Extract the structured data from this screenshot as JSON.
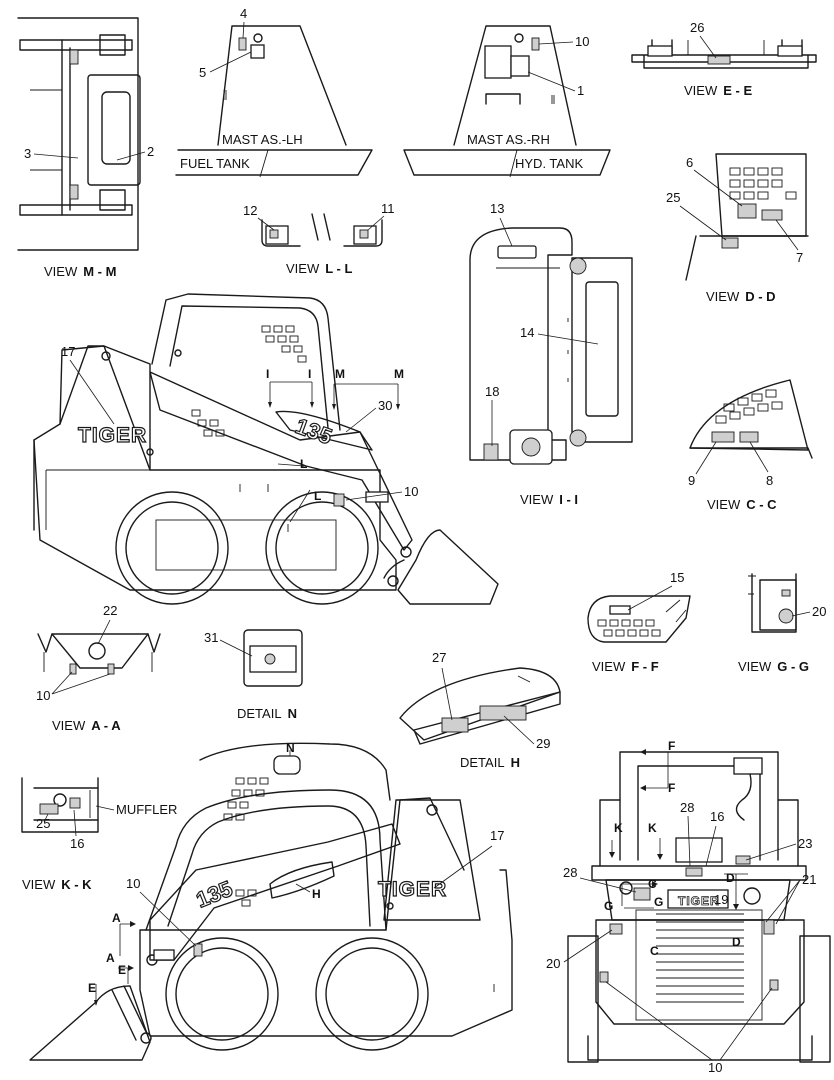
{
  "views": {
    "m_m": {
      "prefix": "VIEW",
      "id": "M - M"
    },
    "l_l": {
      "prefix": "VIEW",
      "id": "L - L"
    },
    "e_e": {
      "prefix": "VIEW",
      "id": "E - E"
    },
    "d_d": {
      "prefix": "VIEW",
      "id": "D - D"
    },
    "i_i": {
      "prefix": "VIEW",
      "id": "I - I"
    },
    "c_c": {
      "prefix": "VIEW",
      "id": "C - C"
    },
    "a_a": {
      "prefix": "VIEW",
      "id": "A - A"
    },
    "f_f": {
      "prefix": "VIEW",
      "id": "F - F"
    },
    "g_g": {
      "prefix": "VIEW",
      "id": "G - G"
    },
    "k_k": {
      "prefix": "VIEW",
      "id": "K - K"
    },
    "n": {
      "prefix": "DETAIL",
      "id": "N"
    },
    "h": {
      "prefix": "DETAIL",
      "id": "H"
    }
  },
  "notes": {
    "mast_lh": "MAST AS.-LH",
    "fuel_tank": "FUEL TANK",
    "mast_rh": "MAST AS.-RH",
    "hyd_tank": "HYD. TANK",
    "muffler": "MUFFLER"
  },
  "brand": {
    "logo": "TIGER",
    "model": "135"
  },
  "section_letters": {
    "I": "I",
    "M": "M",
    "L": "L",
    "N": "N",
    "H": "H",
    "A": "A",
    "E": "E",
    "F": "F",
    "K": "K",
    "C": "C",
    "D": "D",
    "G": "G"
  },
  "callouts": {
    "n1": "1",
    "n2": "2",
    "n3": "3",
    "n4": "4",
    "n5": "5",
    "n6": "6",
    "n7": "7",
    "n8": "8",
    "n9": "9",
    "n10": "10",
    "n11": "11",
    "n12": "12",
    "n13": "13",
    "n14": "14",
    "n15": "15",
    "n16": "16",
    "n17": "17",
    "n18": "18",
    "n19": "19",
    "n20": "20",
    "n21": "21",
    "n22": "22",
    "n23": "23",
    "n25": "25",
    "n26": "26",
    "n27": "27",
    "n28": "28",
    "n29": "29",
    "n30": "30",
    "n31": "31"
  }
}
